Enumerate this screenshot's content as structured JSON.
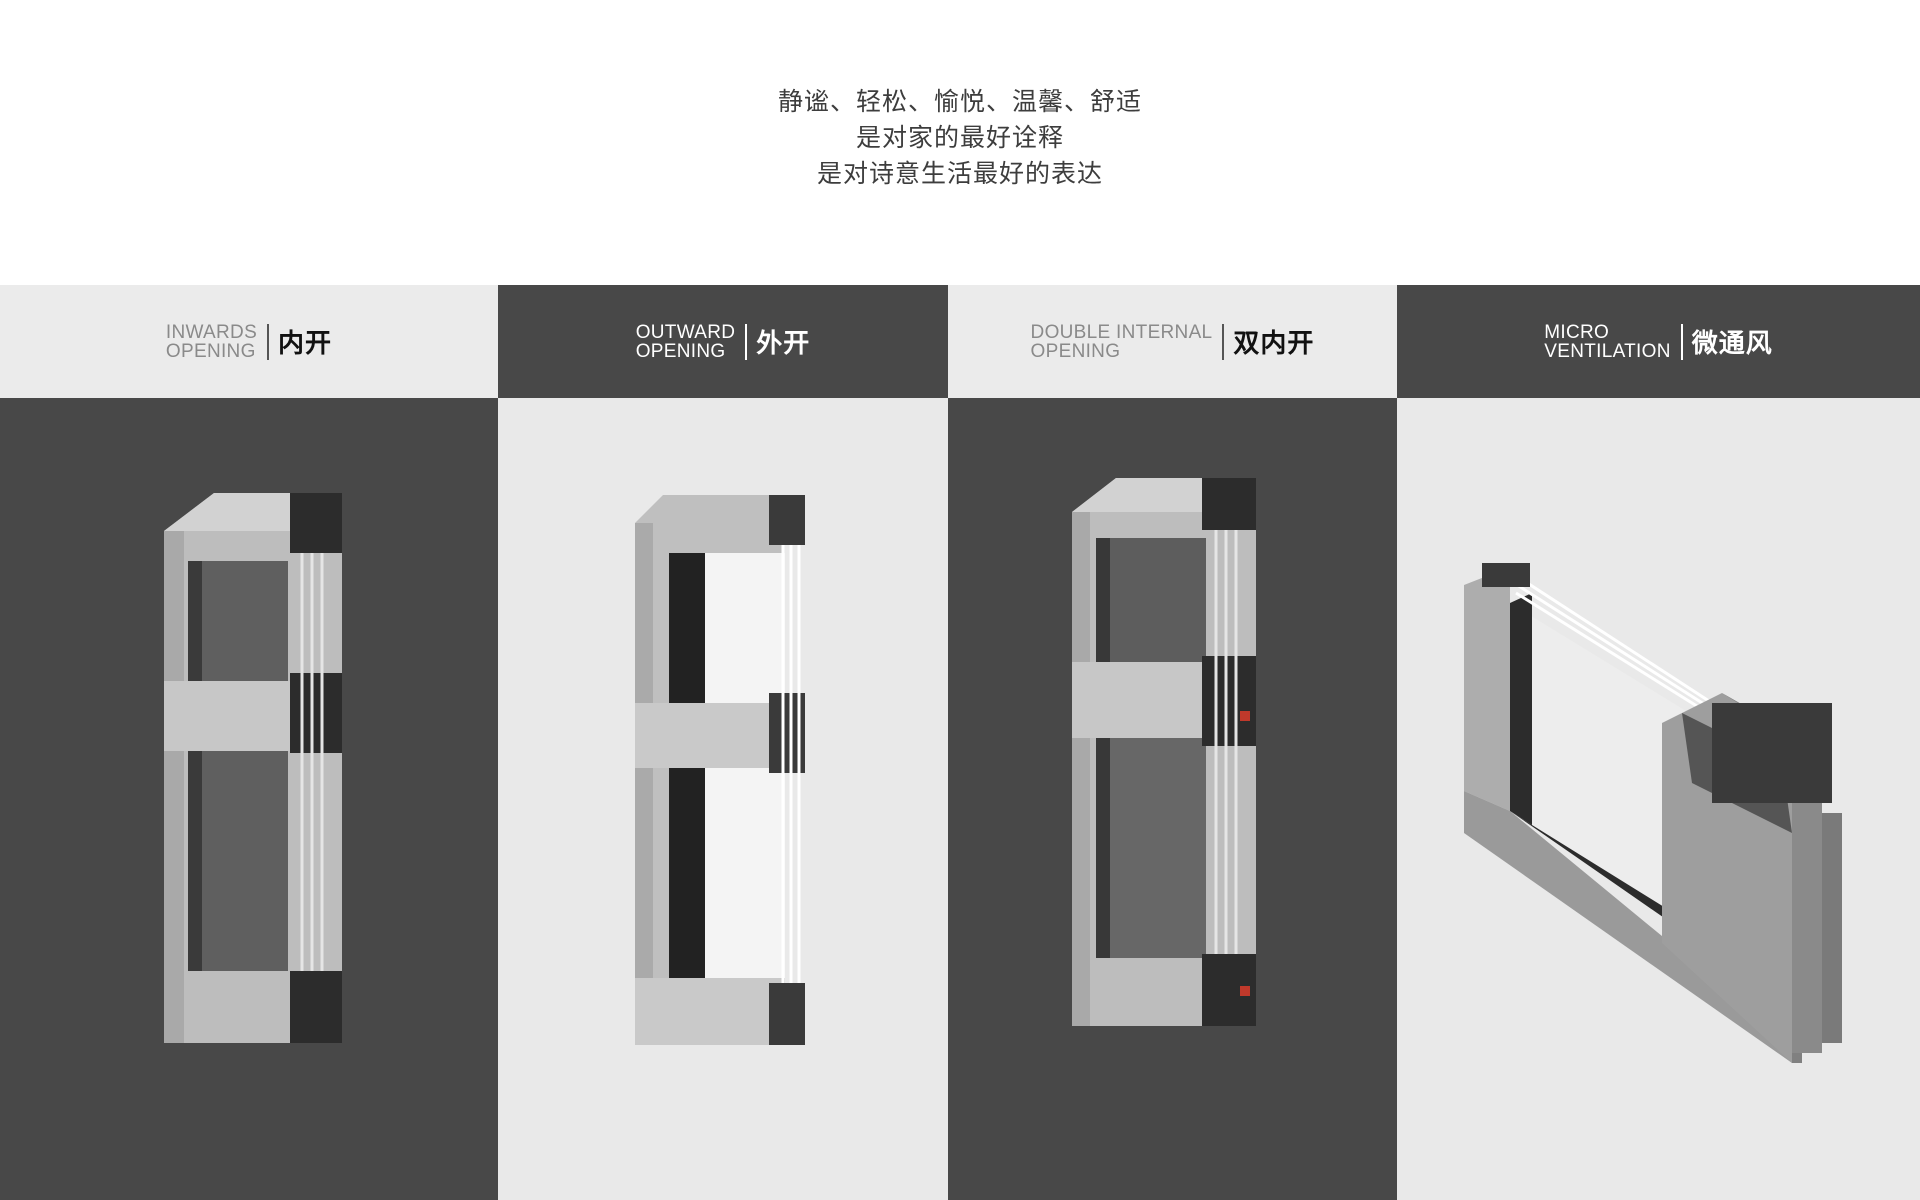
{
  "tagline": {
    "lines": [
      "静谧、轻松、愉悦、温馨、舒适",
      "是对家的最好诠释",
      "是对诗意生活最好的表达"
    ]
  },
  "panels": [
    {
      "en_line1": "INWARDS",
      "en_line2": "OPENING",
      "cn": "内开",
      "image": "inward-opening-window-profile"
    },
    {
      "en_line1": "OUTWARD",
      "en_line2": "OPENING",
      "cn": "外开",
      "image": "outward-opening-window-profile"
    },
    {
      "en_line1": "DOUBLE INTERNAL",
      "en_line2": "OPENING",
      "cn": "双内开",
      "image": "double-internal-opening-window-profile"
    },
    {
      "en_line1": "MICRO",
      "en_line2": "VENTILATION",
      "cn": "微通风",
      "image": "micro-ventilation-window-profile"
    }
  ],
  "colors": {
    "dark_panel": "#484848",
    "light_panel": "#e9e9e9",
    "frame_aluminium": "#b3b3b3",
    "glass": "#5e5e5e"
  }
}
